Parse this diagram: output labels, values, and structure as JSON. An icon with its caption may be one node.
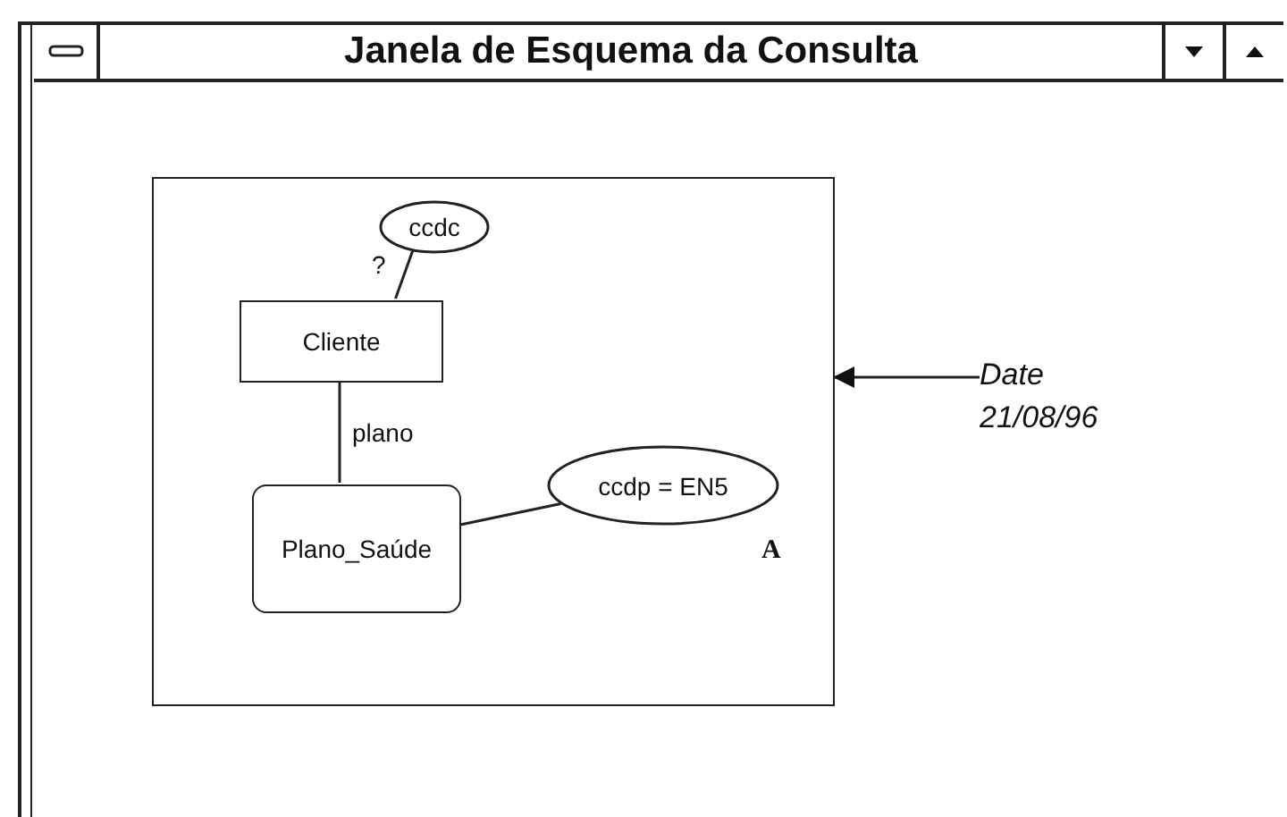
{
  "diagram": {
    "title": "Janela de Esquema da Consulta",
    "nodes": [
      {
        "text": [],
        "shape": "box"
      },
      {
        "text": [
          "ccdc"
        ],
        "in": 0
      },
      {
        "text": [
          "Cliente"
        ],
        "in": 0
      },
      {
        "text": [
          "Plano_Saúde"
        ],
        "in": 0
      },
      {
        "text": [
          "ccdp = EN5"
        ],
        "in": 0
      },
      {
        "text": [
          "Date 21/08/96"
        ]
      }
    ],
    "edges": [
      {
        "from": 2,
        "to": 1,
        "arrow": "none",
        "label": "?"
      },
      {
        "from": 2,
        "to": 3,
        "arrow": "none",
        "label": "plano"
      },
      {
        "from": 3,
        "to": 4,
        "arrow": "none"
      },
      {
        "from": 5,
        "to": 0,
        "arrow": "to"
      }
    ],
    "labels": [
      "A"
    ]
  }
}
